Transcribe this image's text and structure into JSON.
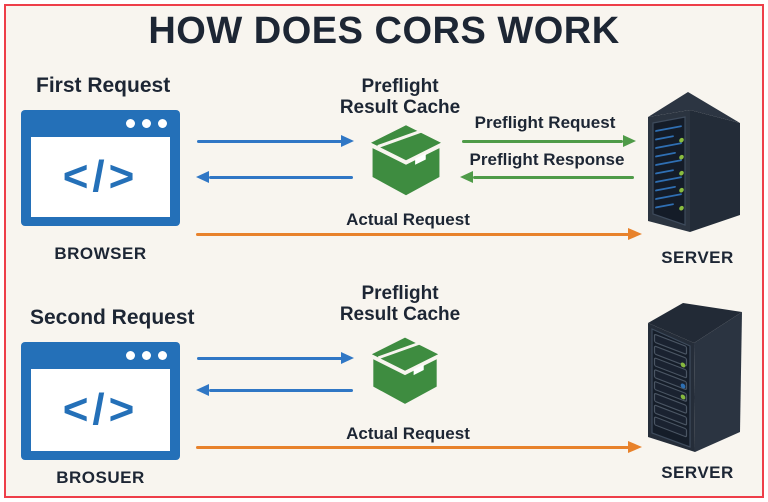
{
  "title": "HOW DOES CORS WORK",
  "colors": {
    "border_red": "#ee3e49",
    "background": "#f8f5ef",
    "blue": "#3077c5",
    "green": "#4f9b48",
    "orange": "#e8822b",
    "text": "#1d2634"
  },
  "first_request": {
    "heading": "First Request",
    "browser_label": "BROWSER",
    "cache_title": {
      "line1": "Preflight",
      "line2": "Result Cache"
    },
    "server_label": "SERVER",
    "labels": {
      "preflight_request": "Preflight Request",
      "preflight_response": "Preflight Response",
      "actual_request": "Actual Request"
    }
  },
  "second_request": {
    "heading": "Second Request",
    "browser_label": "BROSUER",
    "cache_title": {
      "line1": "Preflight",
      "line2": "Result Cache"
    },
    "server_label": "SERVER",
    "labels": {
      "actual_request": "Actual Request"
    }
  },
  "icons": {
    "browser_code_glyph": "</>"
  }
}
